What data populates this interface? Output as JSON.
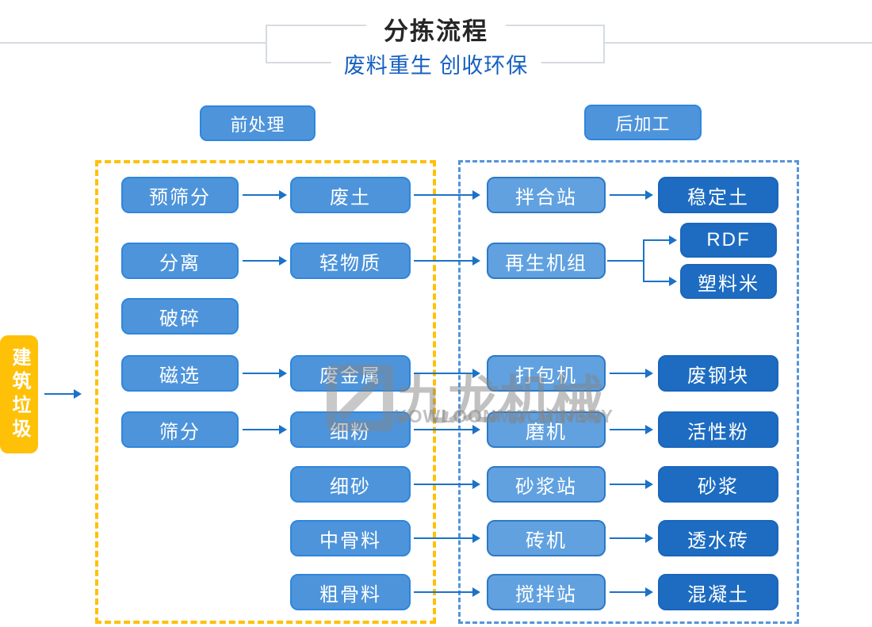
{
  "header": {
    "title": "分拣流程",
    "subtitle": "废料重生 创收环保"
  },
  "section_labels": {
    "pre": "前处理",
    "post": "后加工"
  },
  "source_label": "建筑垃圾",
  "watermark": {
    "cn": "九龙机械",
    "en": "KOWLOONMACHINERY"
  },
  "colors": {
    "node_fill": "#4e94db",
    "node_fill_light": "#61a1e0",
    "node_border": "#2e86de",
    "product_fill": "#1d6cc1",
    "source_yellow": "#ffc008",
    "dash_yellow": "#ffc008",
    "dash_blue": "#5494da",
    "arrow_blue": "#1b72c8",
    "subtitle_blue": "#1560c0",
    "title_black": "#262626"
  },
  "nodes": [
    {
      "label": "预筛分"
    },
    {
      "label": "废土"
    },
    {
      "label": "拌合站"
    },
    {
      "label": "稳定土"
    },
    {
      "label": "分离"
    },
    {
      "label": "轻物质"
    },
    {
      "label": "再生机组"
    },
    {
      "label": "RDF"
    },
    {
      "label": "塑料米"
    },
    {
      "label": "破碎"
    },
    {
      "label": "磁选"
    },
    {
      "label": "废金属"
    },
    {
      "label": "打包机"
    },
    {
      "label": "废钢块"
    },
    {
      "label": "筛分"
    },
    {
      "label": "细粉"
    },
    {
      "label": "磨机"
    },
    {
      "label": "活性粉"
    },
    {
      "label": "细砂"
    },
    {
      "label": "砂浆站"
    },
    {
      "label": "砂浆"
    },
    {
      "label": "中骨料"
    },
    {
      "label": "砖机"
    },
    {
      "label": "透水砖"
    },
    {
      "label": "粗骨料"
    },
    {
      "label": "搅拌站"
    },
    {
      "label": "混凝土"
    }
  ]
}
